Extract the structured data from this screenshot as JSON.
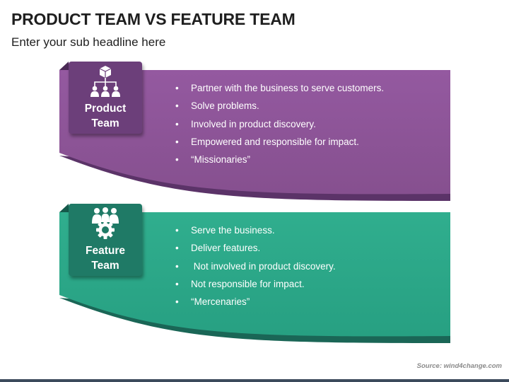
{
  "header": {
    "title": "PRODUCT TEAM VS FEATURE TEAM",
    "subtitle": "Enter your sub headline here"
  },
  "colors": {
    "product_main": "#8e559b",
    "product_dark": "#6c3f7a",
    "feature_main": "#2eaa8a",
    "feature_dark": "#1f7a66"
  },
  "product": {
    "icon": "org-chart-icon",
    "label": "Product Team",
    "bullets": [
      "Partner with the business to serve customers.",
      "Solve problems.",
      "Involved in product discovery.",
      "Empowered and responsible for impact.",
      "“Missionaries”"
    ]
  },
  "feature": {
    "icon": "team-gear-icon",
    "label": "Feature Team",
    "bullets": [
      "Serve the business.",
      "Deliver features.",
      " Not involved in product discovery.",
      "Not responsible for impact.",
      "“Mercenaries”"
    ]
  },
  "bullet_char": "•",
  "footer": {
    "source": "Source: wind4change.com"
  }
}
